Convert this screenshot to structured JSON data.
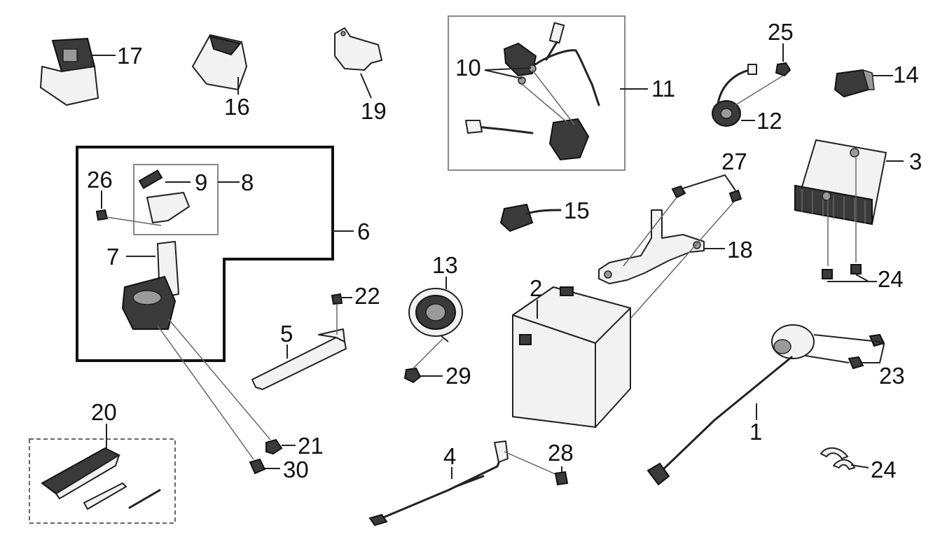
{
  "labels": {
    "p1": "1",
    "p2": "2",
    "p3": "3",
    "p4": "4",
    "p5": "5",
    "p6": "6",
    "p7": "7",
    "p8": "8",
    "p9": "9",
    "p10": "10",
    "p11": "11",
    "p12": "12",
    "p13": "13",
    "p14": "14",
    "p15": "15",
    "p16": "16",
    "p17": "17",
    "p18": "18",
    "p19": "19",
    "p20": "20",
    "p21": "21",
    "p22": "22",
    "p23": "23",
    "p24a": "24",
    "p24b": "24",
    "p25": "25",
    "p26": "26",
    "p27": "27",
    "p28": "28",
    "p29": "29",
    "p30": "30"
  }
}
